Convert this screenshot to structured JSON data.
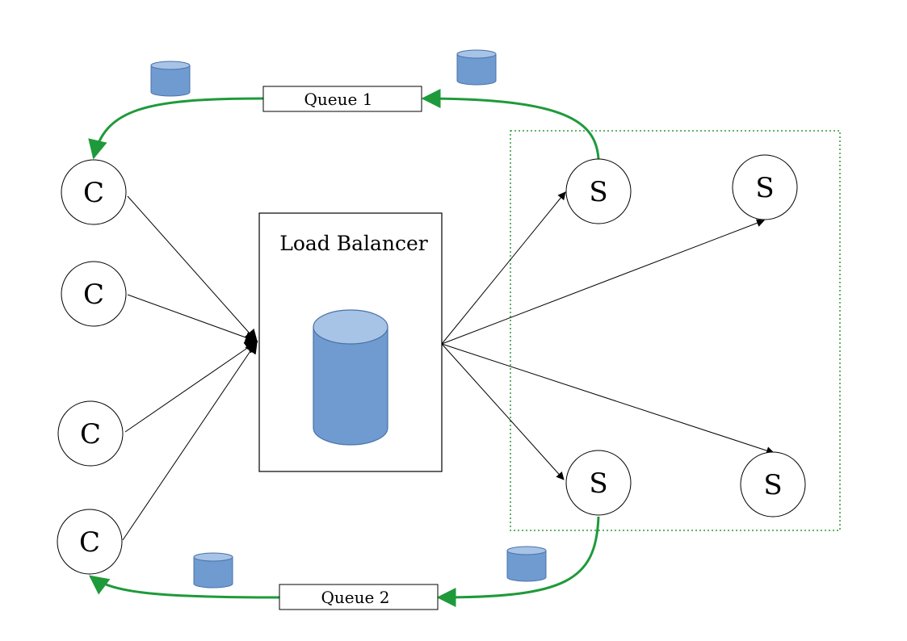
{
  "load_balancer": {
    "label": "Load Balancer"
  },
  "queues": [
    {
      "label": "Queue 1"
    },
    {
      "label": "Queue 2"
    }
  ],
  "clients": [
    {
      "label": "C"
    },
    {
      "label": "C"
    },
    {
      "label": "C"
    },
    {
      "label": "C"
    }
  ],
  "servers": [
    {
      "label": "S"
    },
    {
      "label": "S"
    },
    {
      "label": "S"
    },
    {
      "label": "S"
    }
  ],
  "colors": {
    "queue_flow": "#1e9a3a",
    "server_group_border": "#2f9a3a",
    "cylinder_body": "#6f9bd0",
    "cylinder_top": "#a7c3e6",
    "cylinder_stroke": "#4a73a8",
    "request_arrow": "#000000"
  }
}
